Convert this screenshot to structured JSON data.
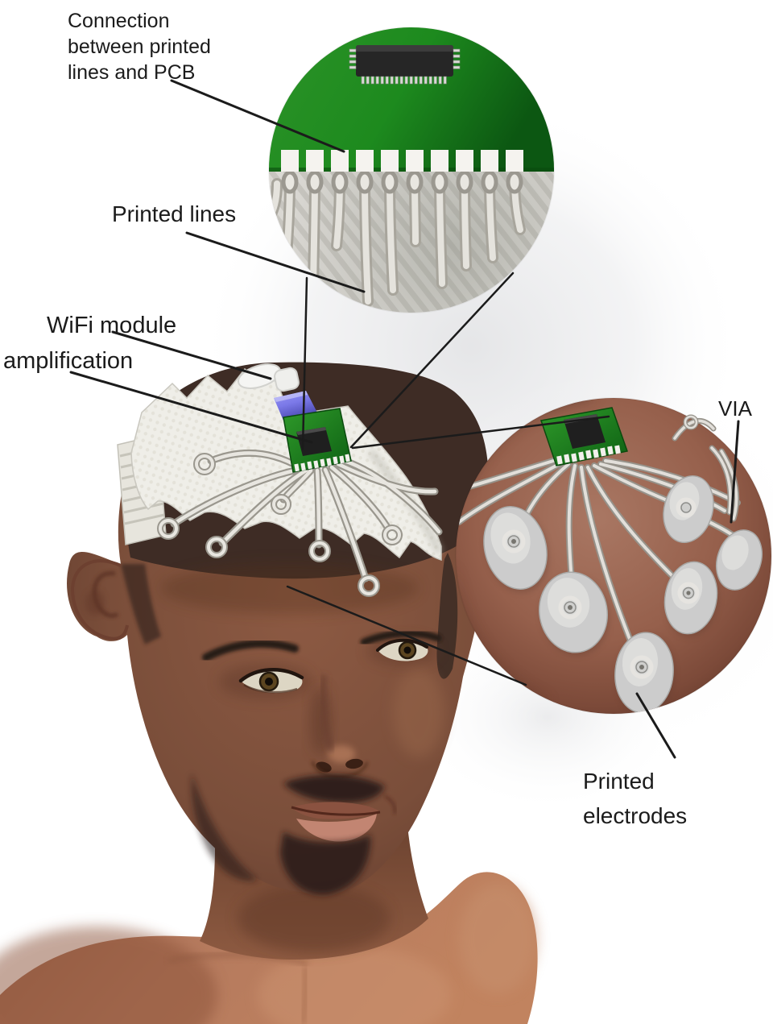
{
  "figure": {
    "description": "3D illustration of a man wearing a textile cap with printed EEG electrodes, a WiFi/amplification PCB on the head, and two circular zoom insets showing the PCB connection and the printed electrodes on the scalp"
  },
  "annotations": {
    "connection": {
      "lines": [
        "Connection",
        "between printed",
        "lines and PCB"
      ]
    },
    "printed_lines": {
      "text": "Printed lines"
    },
    "wifi_module": {
      "text": "WiFi module"
    },
    "amplification": {
      "text": "amplification"
    },
    "via": {
      "text": "VIA"
    },
    "printed_electrodes": {
      "lines": [
        "Printed",
        "electrodes"
      ]
    }
  },
  "colors": {
    "background": "#ffffff",
    "haze": "#d9dadd",
    "pcb_green": "#1d8a1e",
    "pcb_green_dark": "#0c5712",
    "chip_black": "#262626",
    "pad_white": "#f5f3ef",
    "fabric_grey": "#d8d6d1",
    "trace_silver": "#dddbd5",
    "cap_white": "#efeee8",
    "skin_face": "#7a4e3a",
    "skin_chest": "#b57a5e",
    "scalp_inset": "#96604c",
    "hair_dark": "#3e2c25",
    "module_blue": "#7b79e8",
    "electrode_grey": "#cccccc",
    "leader_line": "#1b1b1b"
  }
}
